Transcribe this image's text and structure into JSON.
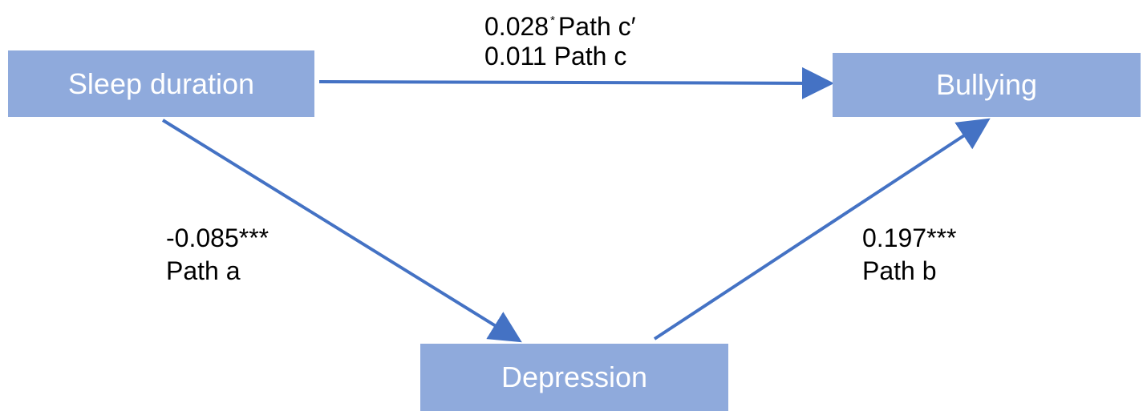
{
  "colors": {
    "box_fill": "#8FAADC",
    "arrow": "#4472C4",
    "text_on_box": "#FFFFFF",
    "label_text": "#000000"
  },
  "nodes": {
    "sleep": "Sleep duration",
    "bullying": "Bullying",
    "depression": "Depression"
  },
  "paths": {
    "c_prime": {
      "coef": "0.028",
      "sig": "*",
      "name": "Path c′"
    },
    "c": {
      "text": "0.011 Path c"
    },
    "a": {
      "coef": "-0.085***",
      "name": "Path a"
    },
    "b": {
      "coef": "0.197***",
      "name": "Path b"
    }
  }
}
